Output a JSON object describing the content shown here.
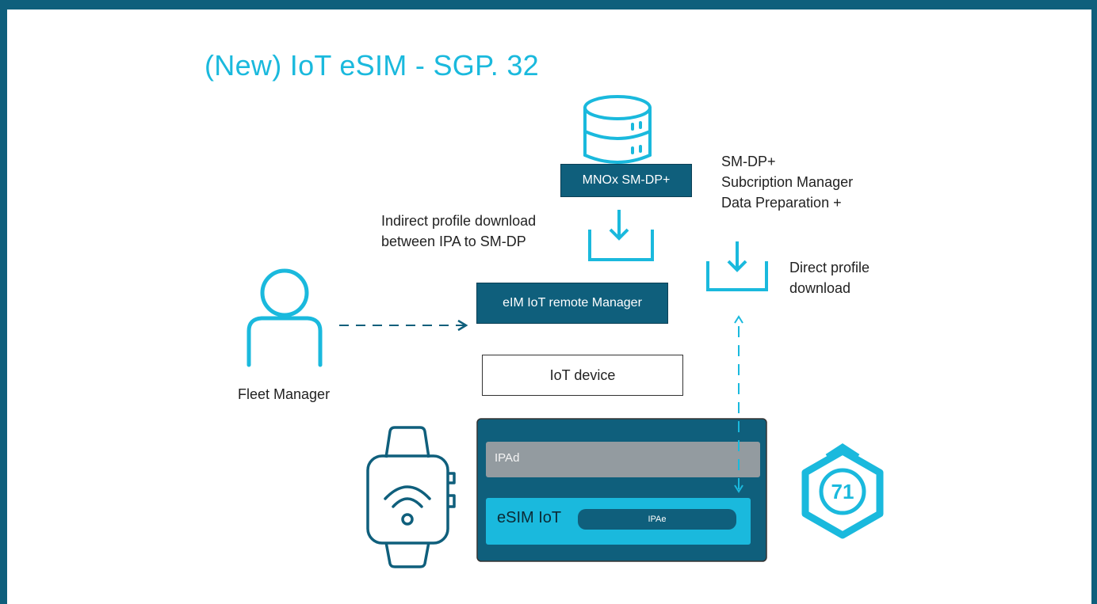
{
  "title": "(New) IoT eSIM - SGP. 32",
  "labels": {
    "mno_smdp": "MNOx SM-DP+",
    "indirect_line1": "Indirect profile download",
    "indirect_line2": "between IPA to SM-DP",
    "smdp_line1": "SM-DP+",
    "smdp_line2": "Subcription Manager",
    "smdp_line3": "Data Preparation +",
    "direct_line1": "Direct profile",
    "direct_line2": "download",
    "eim_manager": "eIM IoT remote Manager",
    "iot_device": "IoT device",
    "fleet_manager": "Fleet Manager",
    "ipad": "IPAd",
    "esim_iot": "eSIM IoT",
    "ipae": "IPAe",
    "logo_text": "71"
  },
  "colors": {
    "dark_teal": "#0f5f7c",
    "cyan": "#1ab9dd",
    "gray": "#939ba0",
    "white": "#ffffff"
  },
  "icons": [
    "database-icon",
    "download-tray-icon",
    "person-icon",
    "smartwatch-icon",
    "wifi-icon",
    "hexagon-logo-icon"
  ]
}
